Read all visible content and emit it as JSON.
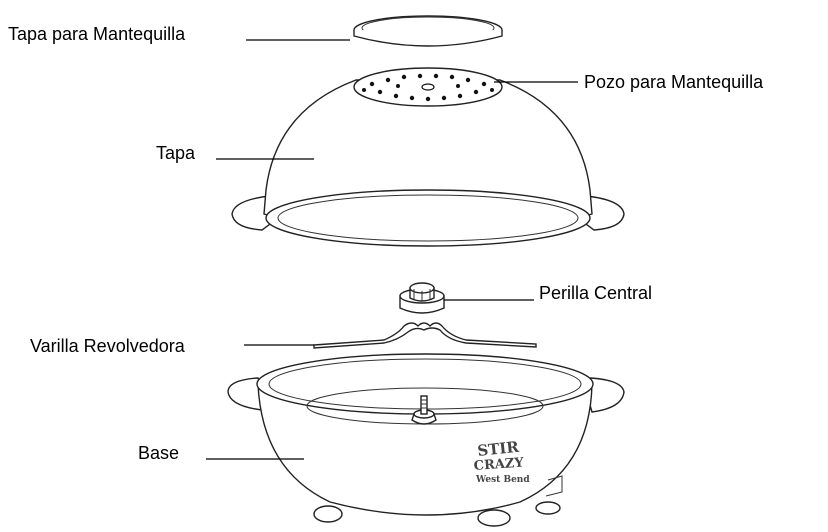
{
  "labels": {
    "butter_lid": "Tapa para Mantequilla",
    "butter_well": "Pozo para Mantequilla",
    "lid": "Tapa",
    "center_knob": "Perilla Central",
    "stir_rod": "Varilla Revolvedora",
    "base": "Base"
  },
  "logo": {
    "line1": "STIR",
    "line2": "CRAZY",
    "line3": "West Bend"
  }
}
